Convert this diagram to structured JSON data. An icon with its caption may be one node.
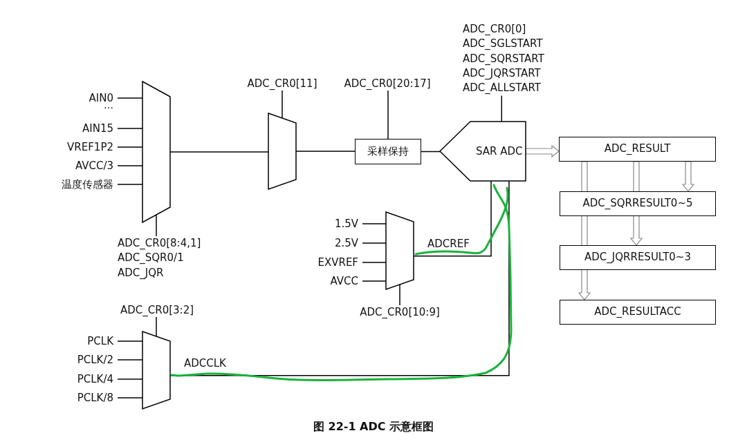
{
  "diagram": {
    "caption": "图 22-1 ADC 示意框图",
    "nodes": [
      {
        "text": [
          "AIN0"
        ]
      },
      {
        "text": [
          "AIN15"
        ]
      },
      {
        "text": [
          "VREF1P2"
        ]
      },
      {
        "text": [
          "AVCC/3"
        ]
      },
      {
        "text": [
          "温度传感器"
        ]
      },
      {
        "text": [],
        "shape": "trapezoid"
      },
      {
        "text": [
          "ADC_CR0[8:4,1]",
          "ADC_SQR0/1",
          "ADC_JQR"
        ]
      },
      {
        "text": [
          "ADC_CR0[11]"
        ]
      },
      {
        "text": [],
        "shape": "trapezoid"
      },
      {
        "text": [
          "ADC_CR0[20:17]"
        ]
      },
      {
        "text": [
          "采样保持"
        ]
      },
      {
        "text": [
          "ADC_CR0[0]",
          "ADC_SGLSTART",
          "ADC_SQRSTART",
          "ADC_JQRSTART",
          "ADC_ALLSTART"
        ]
      },
      {
        "text": [
          "SAR ADC"
        ]
      },
      {
        "text": [
          "ADC_RESULT"
        ]
      },
      {
        "text": [
          "ADC_SQRRESULT0~5"
        ]
      },
      {
        "text": [
          "ADC_JQRRESULT0~3"
        ]
      },
      {
        "text": [
          "ADC_RESULTACC"
        ]
      },
      {
        "text": [
          "1.5V"
        ]
      },
      {
        "text": [
          "2.5V"
        ]
      },
      {
        "text": [
          "EXVREF"
        ]
      },
      {
        "text": [
          "AVCC"
        ]
      },
      {
        "text": [],
        "shape": "trapezoid"
      },
      {
        "text": [
          "ADC_CR0[10:9]"
        ]
      },
      {
        "text": [
          "ADC_CR0[3:2]"
        ]
      },
      {
        "text": [
          "PCLK"
        ]
      },
      {
        "text": [
          "PCLK/2"
        ]
      },
      {
        "text": [
          "PCLK/4"
        ]
      },
      {
        "text": [
          "PCLK/8"
        ]
      },
      {
        "text": [],
        "shape": "trapezoid"
      }
    ],
    "edges": [
      {
        "from": 0,
        "to": 5,
        "arrow": "none"
      },
      {
        "from": 1,
        "to": 5,
        "arrow": "none"
      },
      {
        "from": 2,
        "to": 5,
        "arrow": "none"
      },
      {
        "from": 3,
        "to": 5,
        "arrow": "none"
      },
      {
        "from": 4,
        "to": 5,
        "arrow": "none"
      },
      {
        "from": 6,
        "to": 5,
        "arrow": "none"
      },
      {
        "from": 5,
        "to": 8,
        "arrow": "none"
      },
      {
        "from": 7,
        "to": 8,
        "arrow": "none"
      },
      {
        "from": 8,
        "to": 10,
        "arrow": "none"
      },
      {
        "from": 9,
        "to": 10,
        "arrow": "none"
      },
      {
        "from": 10,
        "to": 12,
        "arrow": "none"
      },
      {
        "from": 11,
        "to": 12,
        "arrow": "none"
      },
      {
        "from": 12,
        "to": 13,
        "arrow": "to",
        "style": "thick"
      },
      {
        "from": 13,
        "to": 14,
        "arrow": "to",
        "style": "thick"
      },
      {
        "from": 13,
        "to": 15,
        "arrow": "to",
        "style": "thick"
      },
      {
        "from": 13,
        "to": 16,
        "arrow": "to",
        "style": "thick"
      },
      {
        "from": 17,
        "to": 21,
        "arrow": "none"
      },
      {
        "from": 18,
        "to": 21,
        "arrow": "none"
      },
      {
        "from": 19,
        "to": 21,
        "arrow": "none"
      },
      {
        "from": 20,
        "to": 21,
        "arrow": "none"
      },
      {
        "from": 22,
        "to": 21,
        "arrow": "none"
      },
      {
        "from": 21,
        "to": 12,
        "arrow": "none",
        "label": "ADCREF"
      },
      {
        "from": 24,
        "to": 28,
        "arrow": "none"
      },
      {
        "from": 25,
        "to": 28,
        "arrow": "none"
      },
      {
        "from": 26,
        "to": 28,
        "arrow": "none"
      },
      {
        "from": 27,
        "to": 28,
        "arrow": "none"
      },
      {
        "from": 23,
        "to": 28,
        "arrow": "none"
      },
      {
        "from": 28,
        "to": 12,
        "arrow": "none",
        "label": "ADCCLK"
      }
    ],
    "labels": [
      "…"
    ]
  }
}
